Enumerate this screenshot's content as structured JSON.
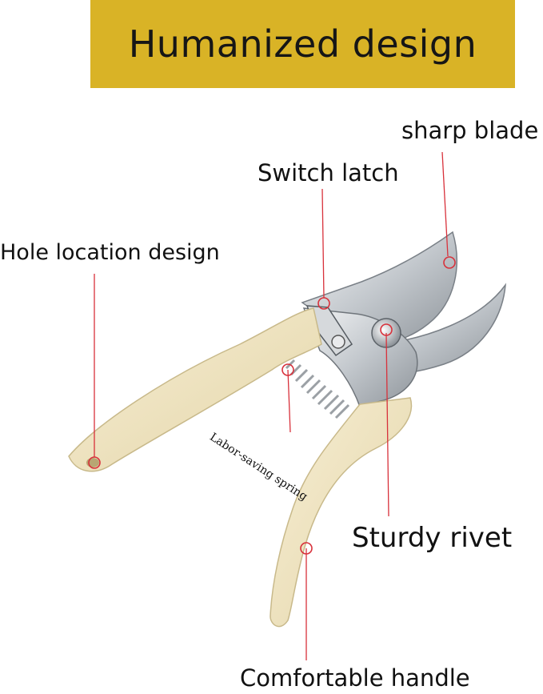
{
  "banner": {
    "title": "Humanized design",
    "background": "#d9b326"
  },
  "labels": {
    "sharp_blade": "sharp blade",
    "switch_latch": "Switch latch",
    "hole_location": "Hole location design",
    "spring": "Labor-saving spring",
    "rivet": "Sturdy rivet",
    "handle": "Comfortable handle"
  },
  "colors": {
    "callout": "#d8313b",
    "handle": "#f1e6c3",
    "steel": "#cfd3d7"
  }
}
